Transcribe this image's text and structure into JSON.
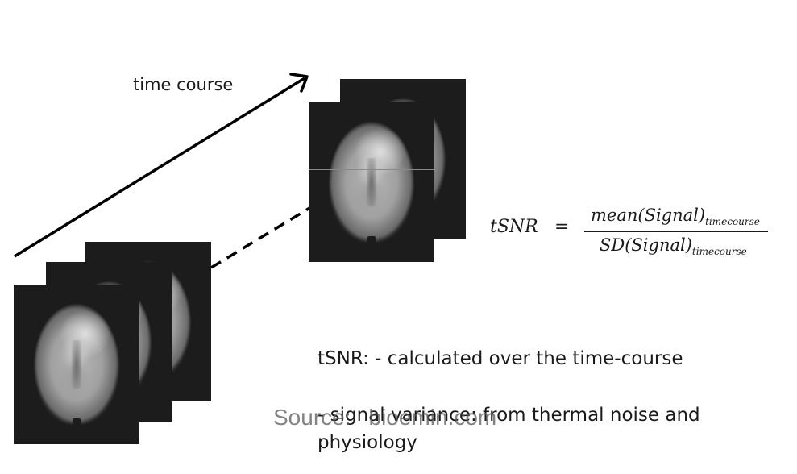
{
  "diagram": {
    "time_course_label": "time course",
    "formula": {
      "lhs": "tSNR",
      "equals": "=",
      "numerator_main": "mean(Signal)",
      "numerator_sub": "timecourse",
      "denominator_main": "SD(Signal)",
      "denominator_sub": "timecourse"
    },
    "description": {
      "line1": "tSNR: - calculated over the time-course",
      "line2": "- signal variance: from thermal noise and",
      "line3": "physiology"
    },
    "watermark": {
      "prefix": "Source:",
      "site": "bioemin.com"
    }
  }
}
